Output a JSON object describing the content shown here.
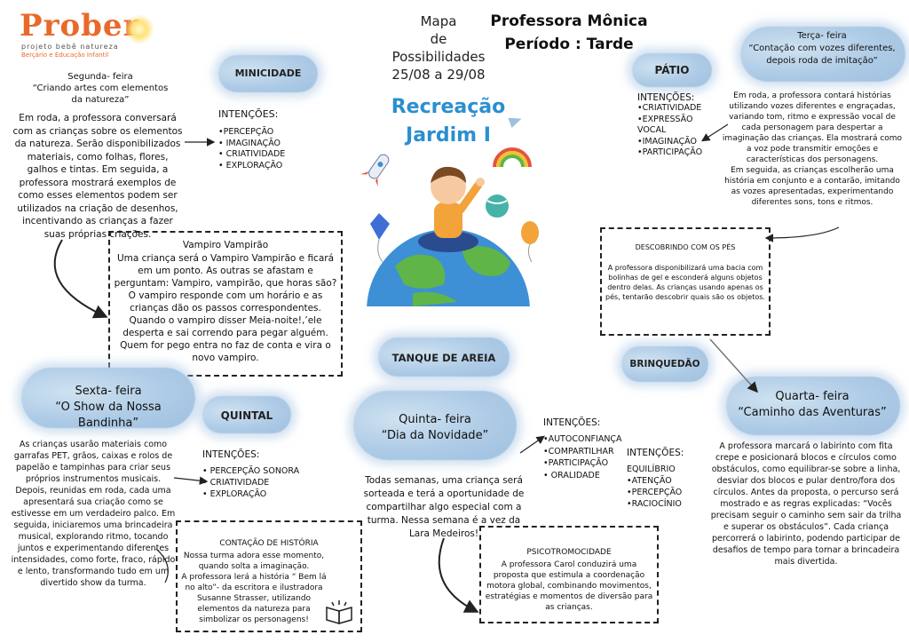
{
  "brand": {
    "logo_text": "Prober",
    "tagline_1": "projeto bebê natureza",
    "tagline_2": "Berçário e Educação Infantil"
  },
  "header": {
    "map_title": "Mapa\nde\nPossibilidades\n25/08 a 29/08",
    "teacher": "Professora Mônica",
    "period": "Período : Tarde",
    "activity": "Recreação",
    "class": "Jardim I"
  },
  "monday": {
    "cloud": "MINICIDADE",
    "title": "Segunda- feira\n“Criando artes com elementos\nda natureza”",
    "body": "Em roda, a professora conversará com as crianças sobre os elementos da natureza. Serão disponibilizados materiais, como folhas, flores, galhos e tintas. Em seguida, a professora mostrará exemplos de como esses elementos podem ser utilizados na criação de desenhos, incentivando as crianças a fazer suas próprias criações.",
    "intentions_title": "INTENÇÕES:",
    "intentions": [
      "•PERCEPÇÃO",
      "• IMAGINAÇÃO",
      "• CRIATIVIDADE",
      "• EXPLORAÇÃO"
    ]
  },
  "vampire": {
    "title": "Vampiro Vampirão",
    "body": "Uma  criança será o Vampiro Vampirão e ficará em um ponto. As outras se afastam e perguntam: Vampiro, vampirão, que horas são? O vampiro responde com um horário e as crianças dão os passos correspondentes. Quando o vampiro disser Meia-noite!,’ele desperta e sai correndo para pegar alguém. Quem for pego entra no faz de conta e vira o novo vampiro."
  },
  "tuesday": {
    "cloud": "PÁTIO",
    "title": "Terça- feira\n“Contação com vozes diferentes,\ndepois roda de imitação”",
    "body": "Em roda, a professora contará histórias utilizando vozes diferentes e engraçadas, variando tom, ritmo e expressão vocal de cada personagem para despertar a imaginação das crianças. Ela mostrará como a voz pode transmitir emoções e características dos personagens.\nEm seguida, as crianças escolherão uma história em conjunto e a contarão, imitando as vozes apresentadas, experimentando diferentes sons, tons e ritmos.",
    "intentions_title": "INTENÇÕES:",
    "intentions": [
      "•CRIATIVIDADE",
      "•EXPRESSÃO",
      "VOCAL",
      "•IMAGINAÇÃO",
      "•PARTICIPAÇÃO"
    ]
  },
  "feet": {
    "title": "DESCOBRINDO COM OS PÉS",
    "body": "A professora disponibilizará uma bacia com bolinhas de gel e esconderá alguns objetos dentro delas. As crianças usando apenas os pés, tentarão descobrir quais são os objetos."
  },
  "wednesday": {
    "cloud": "BRINQUEDÃO",
    "title": "Quarta- feira\n“Caminho das Aventuras”",
    "body": "A professora marcará o labirinto com fita crepe e posicionará blocos e círculos como obstáculos, como equilibrar-se sobre a linha, desviar dos blocos e pular dentro/fora dos círculos. Antes da proposta, o percurso será mostrado e as regras explicadas: “Vocês precisam seguir o caminho sem sair da trilha e superar os obstáculos”. Cada criança percorrerá o labirinto, podendo participar de desafios de tempo para tornar a brincadeira mais divertida.",
    "intentions_title": "INTENÇÕES:",
    "intentions": [
      "EQUILÍBRIO",
      "•ATENÇÃO",
      "•PERCEPÇÃO",
      "•RACIOCÍNIO"
    ]
  },
  "thursday": {
    "cloud": "TANQUE DE AREIA",
    "title": "Quinta- feira\n“Dia da Novidade”",
    "body": "Todas semanas, uma criança será sorteada e terá a oportunidade de compartilhar algo especial com a turma. Nessa semana é a vez da Lara Medeiros!",
    "intentions_title": "INTENÇÕES:",
    "intentions": [
      "•AUTOCONFIANÇA",
      "•COMPARTILHAR",
      "•PARTICIPAÇÃO",
      "• ORALIDADE"
    ]
  },
  "psycho": {
    "title": "PSICOTROMOCIDADE",
    "body": "A professora Carol conduzirá uma proposta que estimula a coordenação motora global, combinando movimentos, estratégias e momentos de diversão para as crianças."
  },
  "friday": {
    "cloud": "QUINTAL",
    "title": "Sexta- feira\n“O Show da Nossa\nBandinha”",
    "body": "As crianças usarão materiais como garrafas PET, grãos, caixas e rolos de papelão e tampinhas para criar seus próprios instrumentos musicais. Depois, reunidas em roda, cada uma apresentará sua criação como se estivesse em um verdadeiro palco. Em seguida, iniciaremos uma brincadeira musical, explorando ritmo, tocando juntos e experimentando diferentes intensidades, como forte, fraco, rápido e lento, transformando tudo em um divertido show da turma.",
    "intentions_title": "INTENÇÕES:",
    "intentions": [
      "• PERCEPÇÃO SONORA",
      "• CRIATIVIDADE",
      "• EXPLORAÇÃO"
    ]
  },
  "story": {
    "title": "CONTAÇÃO DE HISTÓRIA",
    "body": "Nossa turma adora esse momento, quando solta a imaginação.\nA professora lerá a história “ Bem lá no alto”- da escritora  e ilustradora Susanne Strasser, utilizando elementos da natureza para simbolizar os personagens!"
  }
}
